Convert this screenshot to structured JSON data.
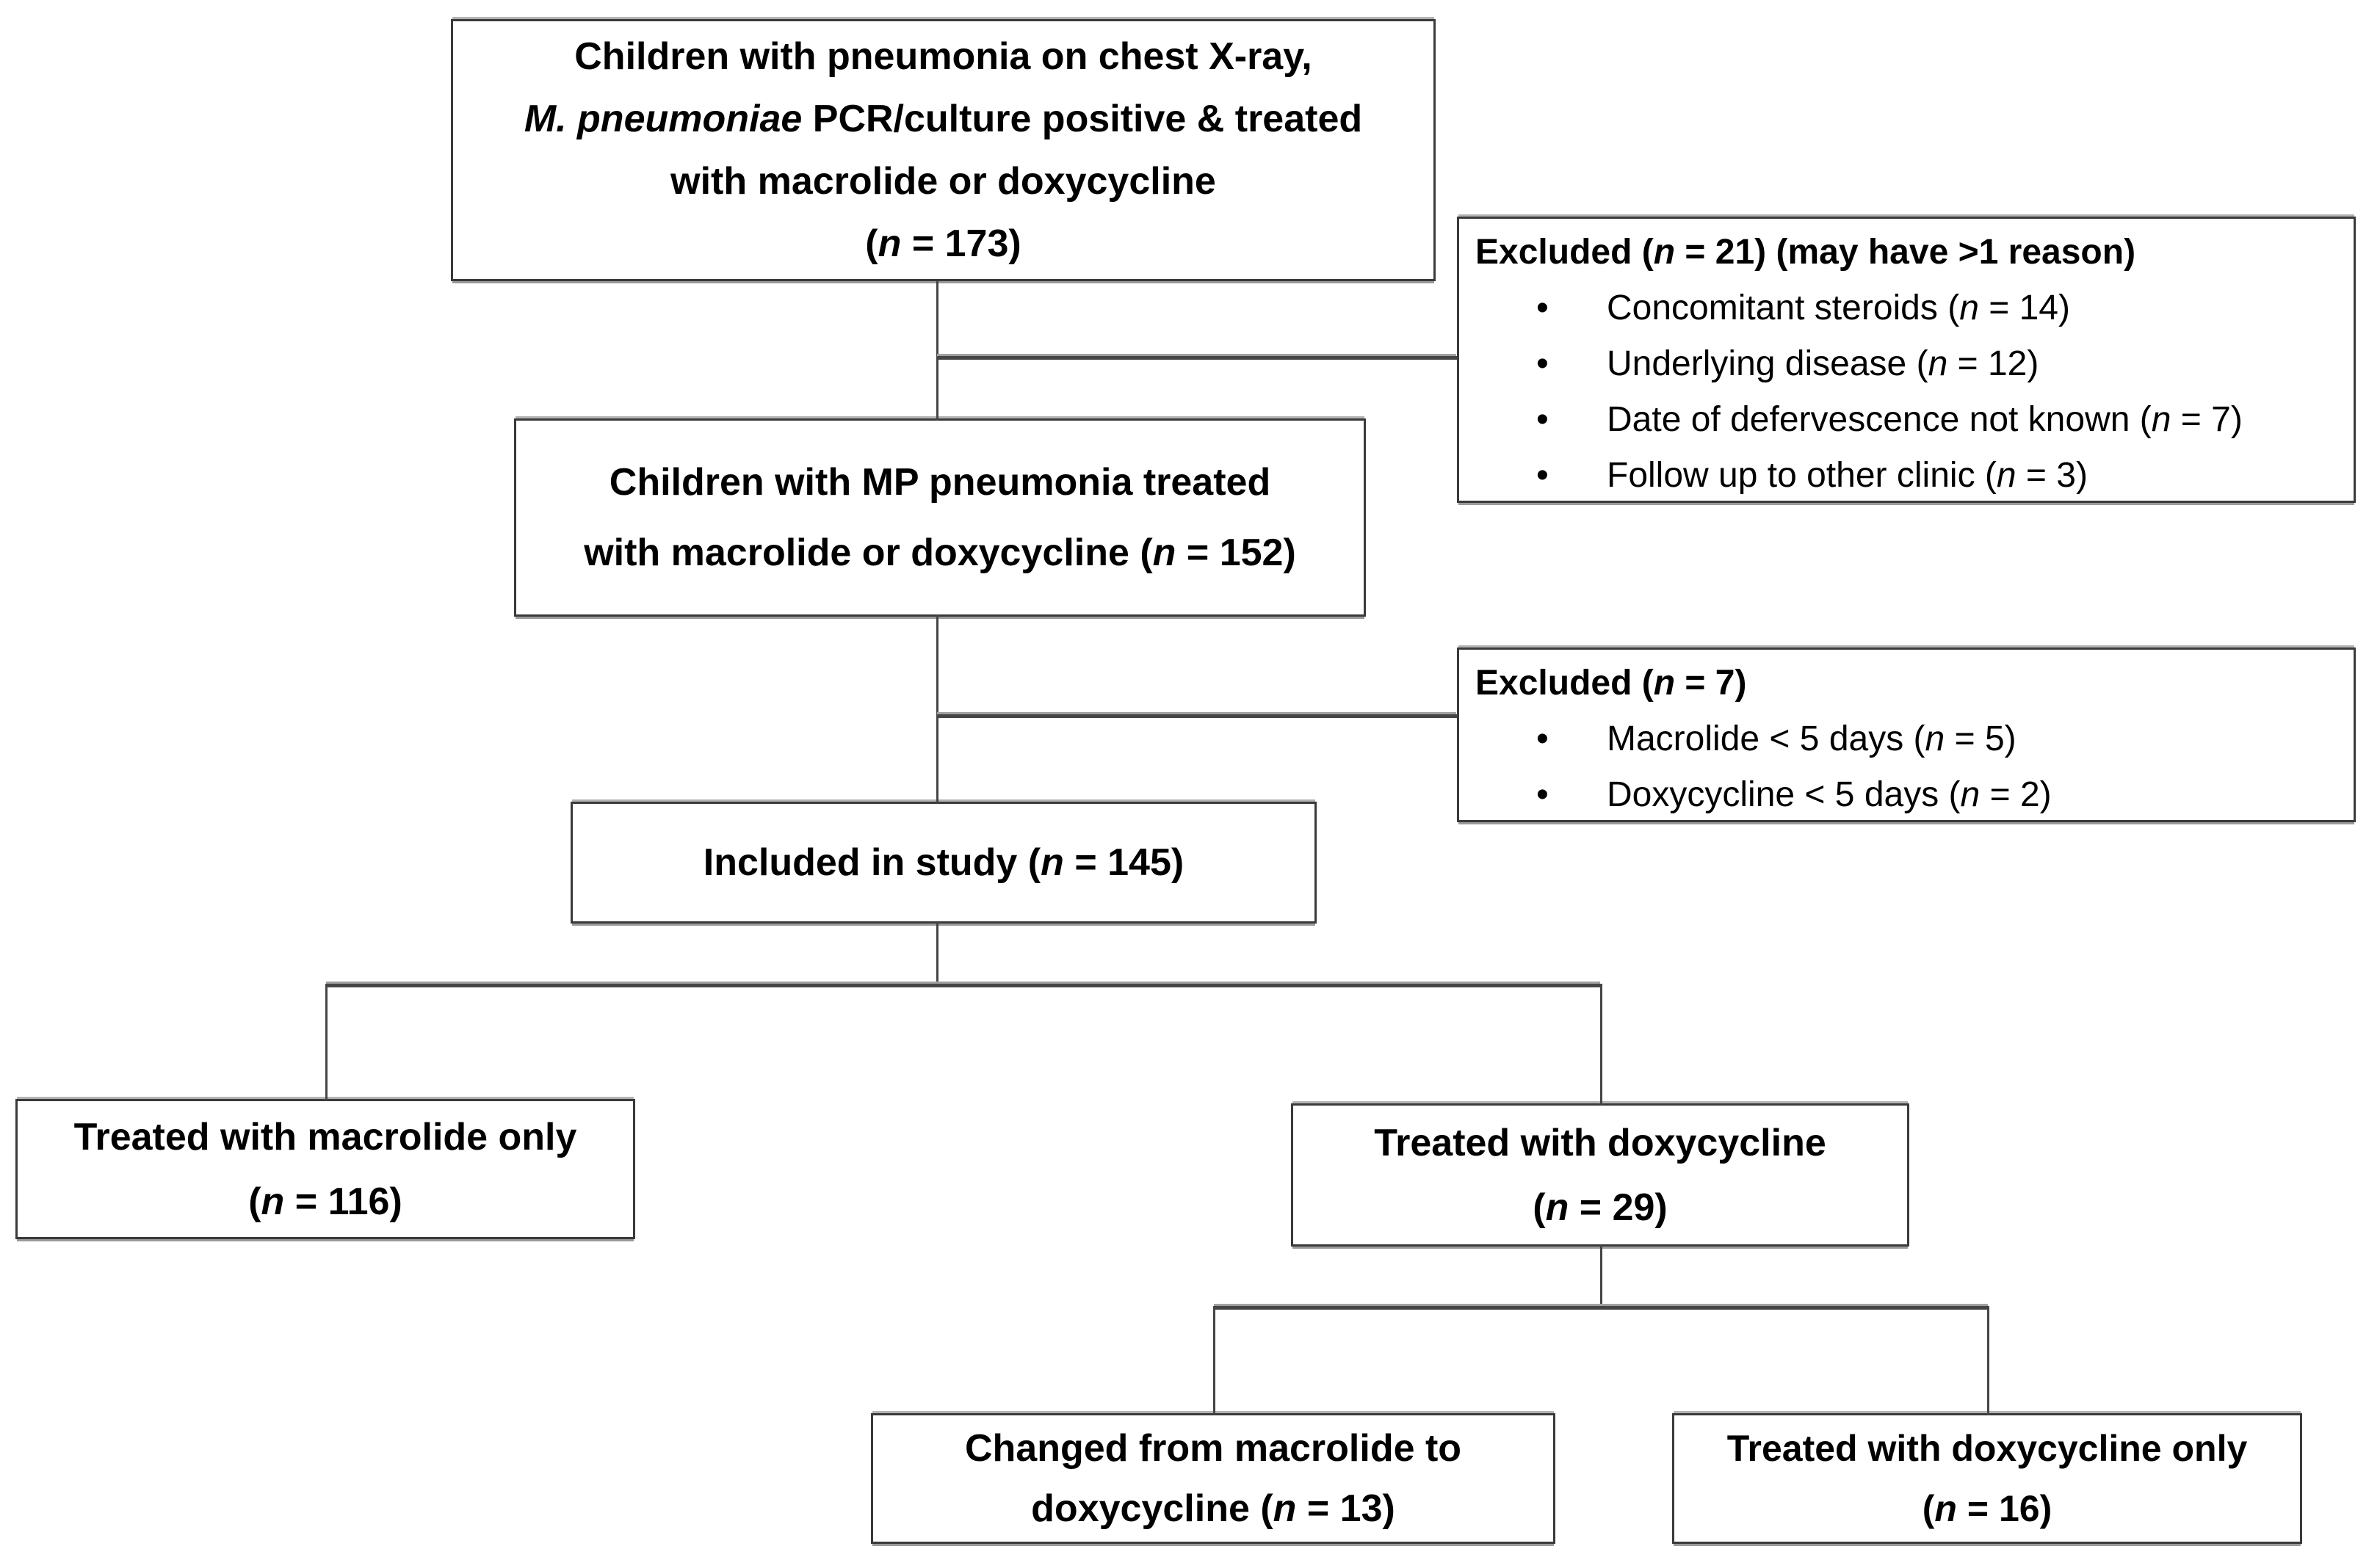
{
  "colors": {
    "line": "#454545",
    "box_border": "#3a3a3a",
    "text": "#000000",
    "background": "#ffffff"
  },
  "boxes": {
    "enrollment": {
      "lines": [
        [
          {
            "t": "Children with pneumonia on chest X-ray,"
          }
        ],
        [
          {
            "t": "M. pneumoniae",
            "i": true
          },
          {
            "t": " PCR/culture positive & treated"
          }
        ],
        [
          {
            "t": "with macrolide or doxycycline"
          }
        ],
        [
          {
            "t": "("
          },
          {
            "t": "n",
            "i": true
          },
          {
            "t": " = 173)"
          }
        ]
      ]
    },
    "excluded1": {
      "title": [
        {
          "t": "Excluded ("
        },
        {
          "t": "n",
          "i": true
        },
        {
          "t": " = 21) (may have >1 reason)"
        }
      ],
      "items": [
        [
          {
            "t": "Concomitant steroids ("
          },
          {
            "t": "n",
            "i": true
          },
          {
            "t": " = 14)"
          }
        ],
        [
          {
            "t": "Underlying disease ("
          },
          {
            "t": "n",
            "i": true
          },
          {
            "t": " = 12)"
          }
        ],
        [
          {
            "t": "Date of defervescence not known ("
          },
          {
            "t": "n",
            "i": true
          },
          {
            "t": " = 7)"
          }
        ],
        [
          {
            "t": "Follow up to other clinic ("
          },
          {
            "t": "n",
            "i": true
          },
          {
            "t": " = 3)"
          }
        ]
      ]
    },
    "treated152": {
      "lines": [
        [
          {
            "t": "Children with MP pneumonia treated"
          }
        ],
        [
          {
            "t": "with macrolide or doxycycline ("
          },
          {
            "t": "n",
            "i": true
          },
          {
            "t": " = 152)"
          }
        ]
      ]
    },
    "excluded2": {
      "title": [
        {
          "t": "Excluded ("
        },
        {
          "t": "n",
          "i": true
        },
        {
          "t": " = 7)"
        }
      ],
      "items": [
        [
          {
            "t": "Macrolide < 5 days ("
          },
          {
            "t": "n",
            "i": true
          },
          {
            "t": " = 5)"
          }
        ],
        [
          {
            "t": "Doxycycline < 5 days ("
          },
          {
            "t": "n",
            "i": true
          },
          {
            "t": " = 2)"
          }
        ]
      ]
    },
    "included": {
      "lines": [
        [
          {
            "t": "Included in study ("
          },
          {
            "t": "n",
            "i": true
          },
          {
            "t": " = 145)"
          }
        ]
      ]
    },
    "macrolideOnly": {
      "lines": [
        [
          {
            "t": "Treated with macrolide only"
          }
        ],
        [
          {
            "t": "("
          },
          {
            "t": "n",
            "i": true
          },
          {
            "t": " = 116)"
          }
        ]
      ]
    },
    "doxycycline": {
      "lines": [
        [
          {
            "t": "Treated with doxycycline"
          }
        ],
        [
          {
            "t": "("
          },
          {
            "t": "n",
            "i": true
          },
          {
            "t": " = 29)"
          }
        ]
      ]
    },
    "changedToDoxy": {
      "lines": [
        [
          {
            "t": "Changed from macrolide to"
          }
        ],
        [
          {
            "t": "doxycycline ("
          },
          {
            "t": "n",
            "i": true
          },
          {
            "t": " = 13)"
          }
        ]
      ]
    },
    "doxyOnly": {
      "lines": [
        [
          {
            "t": "Treated with doxycycline only"
          }
        ],
        [
          {
            "t": "("
          },
          {
            "t": "n",
            "i": true
          },
          {
            "t": " = 16)"
          }
        ]
      ]
    }
  }
}
